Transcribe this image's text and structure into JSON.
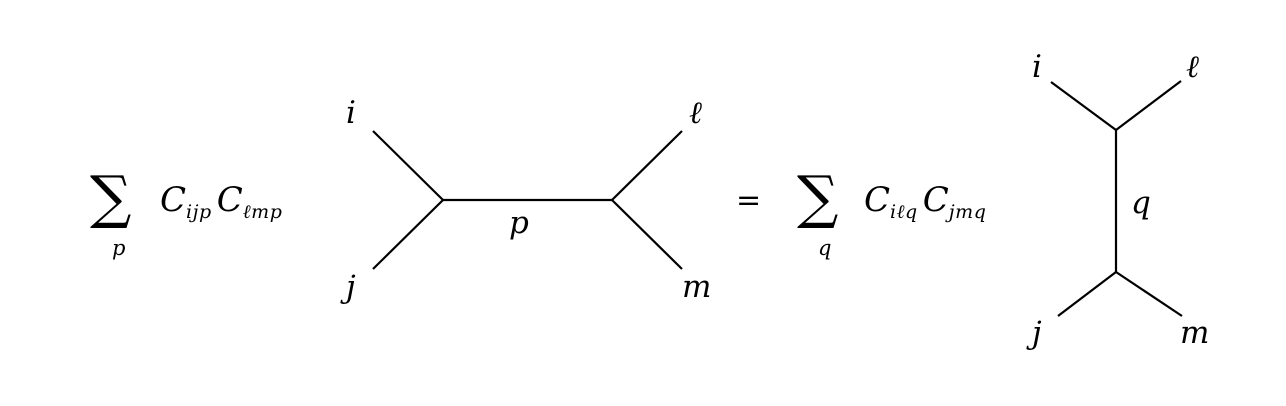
{
  "equation": {
    "lhs": {
      "sum_symbol": "∑",
      "sum_index": "p",
      "term1": {
        "base": "C",
        "subscript": "ijp"
      },
      "term2": {
        "base": "C",
        "subscript": "ℓmp"
      }
    },
    "equals": "=",
    "rhs": {
      "sum_symbol": "∑",
      "sum_index": "q",
      "term1": {
        "base": "C",
        "subscript": "iℓq"
      },
      "term2": {
        "base": "C",
        "subscript": "jmq"
      }
    }
  },
  "diagram_left": {
    "type": "s-channel tree (horizontal internal line)",
    "labels": {
      "top_left": "i",
      "bottom_left": "j",
      "top_right": "ℓ",
      "bottom_right": "m",
      "internal": "p"
    }
  },
  "diagram_right": {
    "type": "t-channel tree (vertical internal line)",
    "labels": {
      "top_left": "i",
      "top_right": "ℓ",
      "bottom_left": "j",
      "bottom_right": "m",
      "internal": "q"
    }
  },
  "colors": {
    "line": "#000000",
    "background": "#ffffff"
  }
}
